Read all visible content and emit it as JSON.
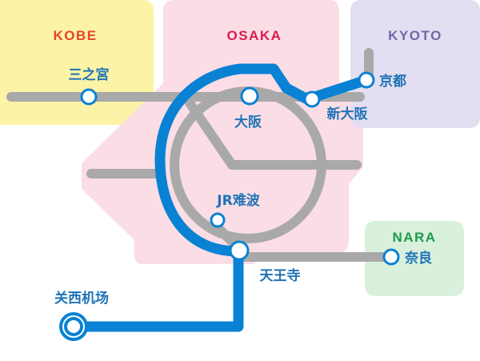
{
  "regions": {
    "kobe": {
      "label": "KOBE",
      "color": "#e5452a",
      "fill": "#fdf3a6"
    },
    "osaka": {
      "label": "OSAKA",
      "color": "#d91c4e",
      "fill": "#fbdde6"
    },
    "kyoto": {
      "label": "KYOTO",
      "color": "#6d6aa7",
      "fill": "#e3def1"
    },
    "nara": {
      "label": "NARA",
      "color": "#1e9a4a",
      "fill": "#d9f0dd"
    }
  },
  "stations": {
    "sannomiya": "三之宮",
    "osaka": "大阪",
    "shin_osaka": "新大阪",
    "kyoto": "京都",
    "jr_namba": "JR难波",
    "tennoji": "天王寺",
    "nara": "奈良",
    "kansai_airport": "关西机场"
  },
  "colors": {
    "line_blue": "#0a82d4",
    "line_gray": "#a9a9a9",
    "label_blue": "#1f73b7"
  }
}
